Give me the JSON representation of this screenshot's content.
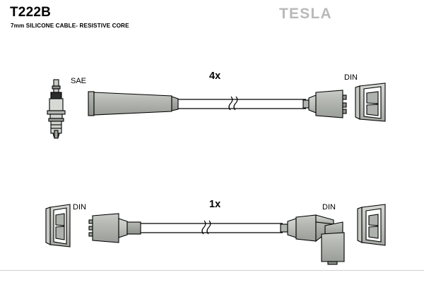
{
  "document": {
    "part_code": "T222B",
    "subtitle": "7mm SILICONE CABLE- RESISTIVE CORE",
    "brand": "TESLA",
    "brand_color": "#b9b9b9",
    "background_color": "#ffffff",
    "line_color": "#000000",
    "metal_fill": "#a8aba6",
    "metal_fill_light": "#c3c6c1",
    "metal_fill_dark": "#8f938d"
  },
  "labels": {
    "sae": "SAE",
    "din_top_right": "DIN",
    "din_bottom_left": "DIN",
    "din_bottom_right": "DIN",
    "qty_top": "4x",
    "qty_bottom": "1x"
  },
  "assemblies": [
    {
      "id": "upper-cable-set",
      "quantity": "4x",
      "left_end": {
        "type": "spark-plug-boot-straight",
        "terminal_label": "SAE",
        "accessory": "spark-plug"
      },
      "right_end": {
        "type": "distributor-connector-straight",
        "terminal_label": "DIN",
        "accessory": "din-terminal-cap"
      }
    },
    {
      "id": "lower-cable-coil-lead",
      "quantity": "1x",
      "left_end": {
        "type": "coil-connector-straight",
        "terminal_label": "DIN",
        "accessory": "din-terminal-cap"
      },
      "right_end": {
        "type": "distributor-connector-90-degree",
        "terminal_label": "DIN",
        "accessory": "din-terminal-cap"
      }
    }
  ]
}
